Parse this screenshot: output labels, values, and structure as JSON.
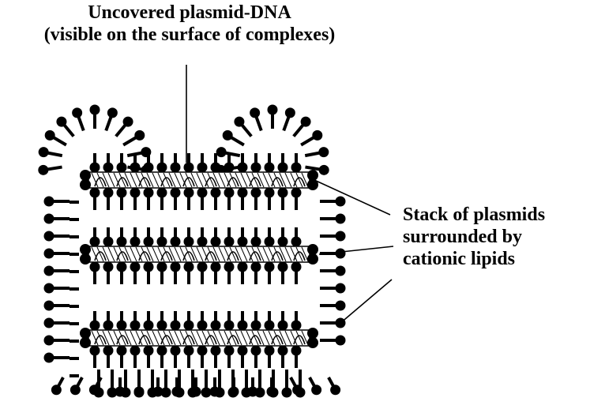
{
  "labels": {
    "top": [
      "Uncovered plasmid-DNA",
      "(visible on the surface of complexes)"
    ],
    "side": [
      "Stack of plasmids",
      "surrounded by",
      "cationic lipids"
    ]
  },
  "colors": {
    "ink": "#000000",
    "background": "#ffffff"
  }
}
